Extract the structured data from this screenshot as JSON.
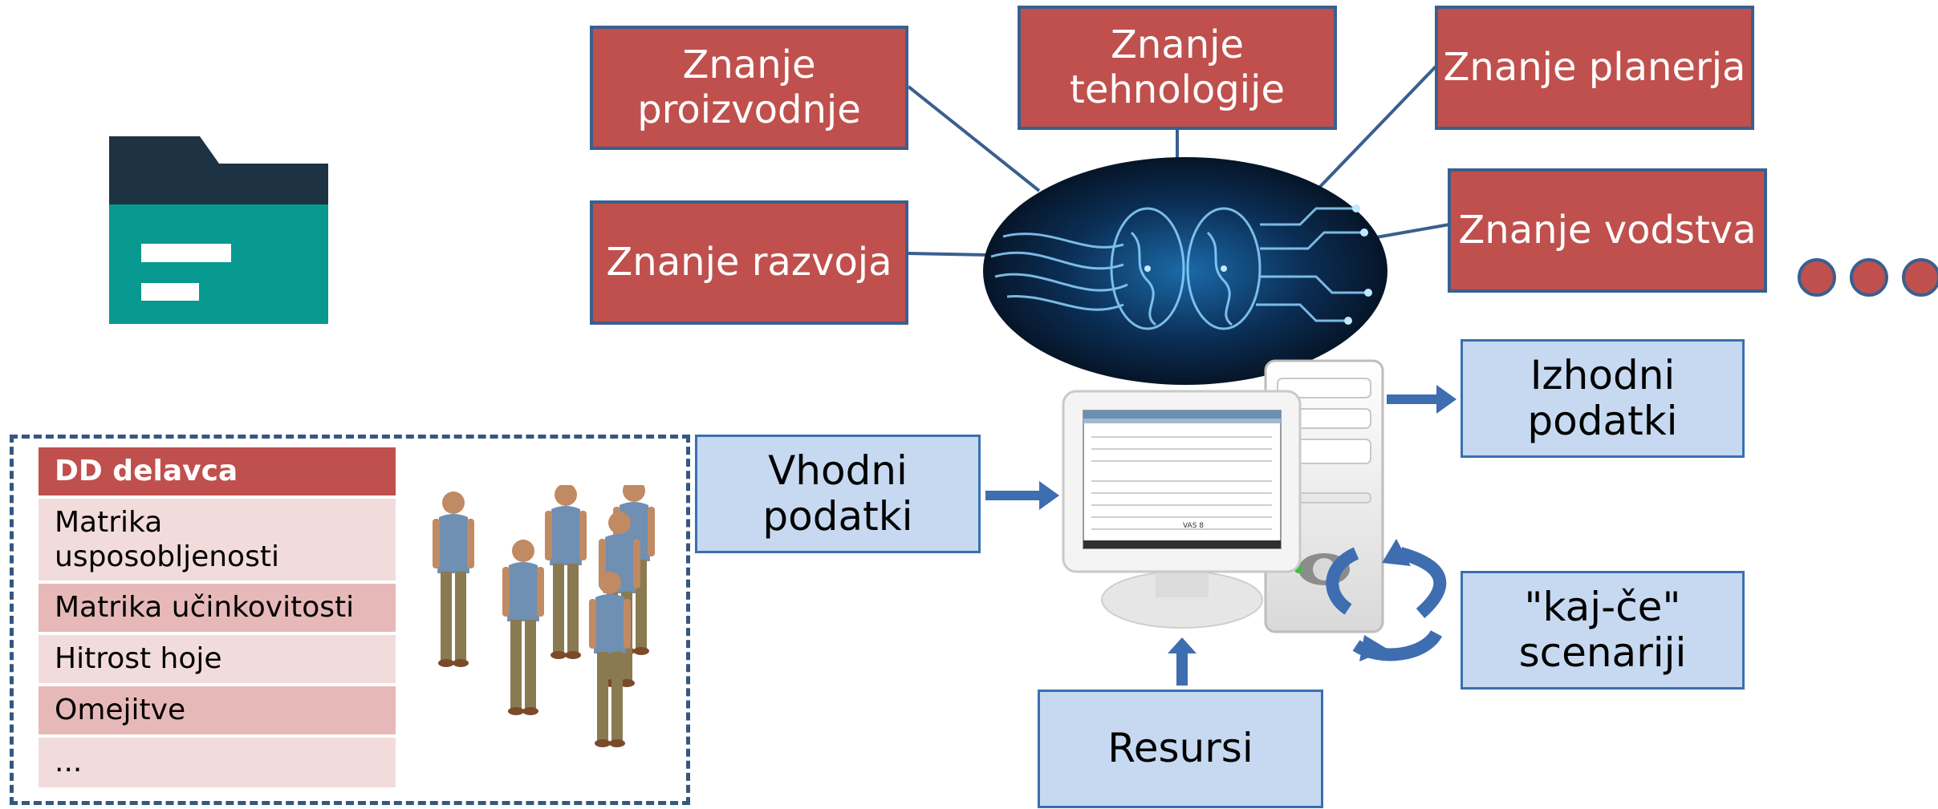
{
  "knowledge_boxes": {
    "proizvodnje": "Znanje\nproizvodnje",
    "tehnologije": "Znanje\ntehnologije",
    "planerja": "Znanje planerja",
    "razvoja": "Znanje razvoja",
    "vodstva": "Znanje vodstva"
  },
  "flow_boxes": {
    "input": "Vhodni\npodatki",
    "output": "Izhodni\npodatki",
    "scenarios": "\"kaj-če\"\nscenariji",
    "resources": "Resursi"
  },
  "worker_table": {
    "header": "DD delavca",
    "rows": [
      "Matrika\nusposobljenosti",
      "Matrika učinkovitosti",
      "Hitrost hoje",
      "Omejitve",
      "..."
    ]
  },
  "monitor_screen_label": "VAS 8",
  "colors": {
    "knowledge_box": "#c0504d",
    "flow_box": "#c6d9f1",
    "folder_top": "#1d3344",
    "folder_body": "#07998f",
    "panel_border": "#34587f"
  }
}
